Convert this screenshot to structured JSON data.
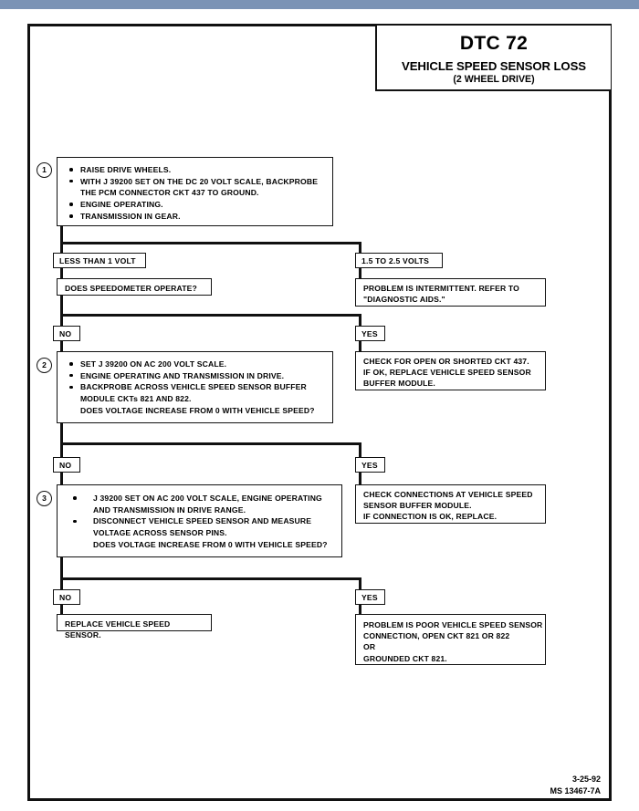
{
  "document": {
    "title_code": "DTC 72",
    "title_name": "VEHICLE SPEED SENSOR LOSS",
    "title_variant": "(2 WHEEL DRIVE)",
    "footer_date": "3-25-92",
    "footer_ref": "MS 13467-7A",
    "ink_color": "#111111",
    "header_band_color": "#7b93b5"
  },
  "flow": {
    "step1": {
      "number": "1",
      "lines": [
        "RAISE DRIVE WHEELS.",
        "WITH J 39200 SET ON THE DC 20 VOLT SCALE, BACKPROBE",
        "THE PCM CONNECTOR CKT 437 TO GROUND.",
        "ENGINE OPERATING.",
        "TRANSMISSION IN GEAR."
      ]
    },
    "branch_volt_low": "LESS THAN 1 VOLT",
    "branch_volt_high": "1.5 TO 2.5 VOLTS",
    "question1": "DOES SPEEDOMETER OPERATE?",
    "intermittent": [
      "PROBLEM IS INTERMITTENT.  REFER TO",
      "\"DIAGNOSTIC AIDS.\""
    ],
    "tag_no_1": "NO",
    "tag_yes_1": "YES",
    "step2": {
      "number": "2",
      "lines": [
        "SET J 39200 ON AC 200 VOLT SCALE.",
        "ENGINE OPERATING AND TRANSMISSION IN DRIVE.",
        "BACKPROBE ACROSS VEHICLE SPEED SENSOR BUFFER",
        "MODULE CKTs 821 AND 822.",
        "DOES VOLTAGE INCREASE FROM 0 WITH VEHICLE SPEED?"
      ]
    },
    "result_ckt437": [
      "CHECK FOR OPEN OR SHORTED CKT 437.",
      "IF OK, REPLACE VEHICLE SPEED SENSOR",
      "BUFFER MODULE."
    ],
    "tag_no_2": "NO",
    "tag_yes_2": "YES",
    "step3": {
      "number": "3",
      "lines": [
        "J 39200 SET ON AC 200 VOLT SCALE, ENGINE OPERATING",
        "AND TRANSMISSION IN DRIVE RANGE.",
        "DISCONNECT VEHICLE SPEED SENSOR AND MEASURE",
        "VOLTAGE ACROSS SENSOR PINS.",
        "DOES VOLTAGE INCREASE FROM 0 WITH VEHICLE SPEED?"
      ]
    },
    "result_connections": [
      "CHECK CONNECTIONS AT VEHICLE SPEED",
      "SENSOR BUFFER MODULE.",
      "IF CONNECTION IS OK, REPLACE."
    ],
    "tag_no_3": "NO",
    "tag_yes_3": "YES",
    "result_replace_sensor": "REPLACE VEHICLE SPEED SENSOR.",
    "result_poor_connection": [
      "PROBLEM IS POOR VEHICLE SPEED SENSOR",
      "CONNECTION, OPEN CKT 821 OR 822",
      "OR",
      "GROUNDED CKT 821."
    ]
  }
}
